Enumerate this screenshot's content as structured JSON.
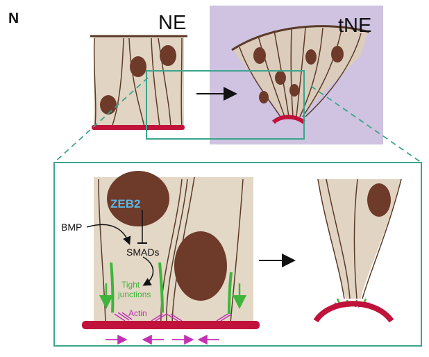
{
  "panel_letter": "N",
  "top": {
    "left_label": "NE",
    "right_label": "tNE"
  },
  "zoom": {
    "zeb2": "ZEB2",
    "bmp": "BMP",
    "smads": "SMADs",
    "tight_junctions_line1": "Tight",
    "tight_junctions_line2": "junctions",
    "actin": "Actin"
  },
  "colors": {
    "cell_fill": "#dccdb8",
    "cell_outline": "#5a3a28",
    "nucleus": "#6e3a2a",
    "basal": "#c0123a",
    "background_purple": "#c7b8dc",
    "box_teal": "#3aa58c",
    "zeb2_blue": "#5bb7e6",
    "junction_green": "#3db53a",
    "actin_magenta": "#c231b3"
  }
}
